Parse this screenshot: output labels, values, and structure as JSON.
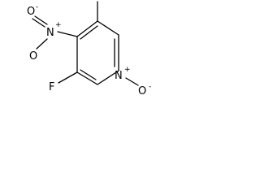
{
  "molecule": {
    "atoms": {
      "nitro_n": "N",
      "nitro_n_charge": "+",
      "nitro_o_top": "O",
      "nitro_o_top_charge": "-",
      "nitro_o_right": "O",
      "fluorine": "F",
      "ring_n": "N",
      "ring_n_charge": "+",
      "n_oxide_o": "O",
      "n_oxide_o_charge": "-"
    }
  }
}
